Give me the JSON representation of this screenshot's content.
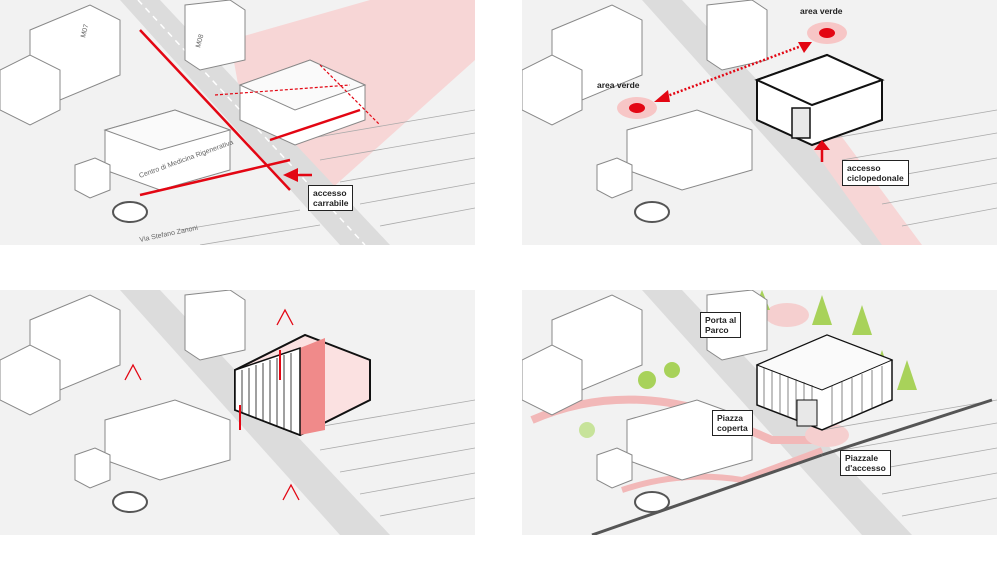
{
  "panels": {
    "p1": {
      "building_labels": [
        "M07",
        "M08",
        "Centro di Medicina Rigenerativa"
      ],
      "street_label": "Via Stefano Zanoni",
      "callout": "accesso\ncarrabile"
    },
    "p2": {
      "green_label_left": "area verde",
      "green_label_right": "area verde",
      "callout": "accesso\nciclopedonale"
    },
    "p4": {
      "callout_porta": "Porta al\nParco",
      "callout_piazza": "Piazza\ncoperta",
      "callout_piazzale": "Piazzale\nd'accesso"
    }
  },
  "colors": {
    "accent": "#e30613",
    "pink": "#f7d6d6",
    "ground": "#f2f2f2",
    "green": "#9cc94b"
  }
}
